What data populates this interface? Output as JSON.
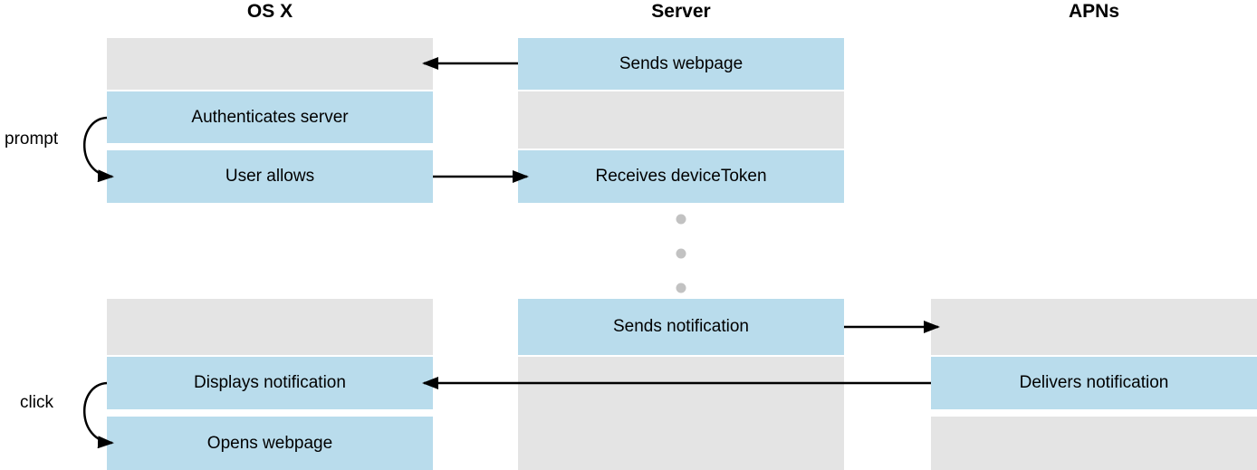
{
  "headers": {
    "osx": "OS X",
    "server": "Server",
    "apns": "APNs"
  },
  "boxes": {
    "sends_webpage": "Sends webpage",
    "authenticates_server": "Authenticates server",
    "user_allows": "User allows",
    "receives_devicetoken": "Receives deviceToken",
    "sends_notification": "Sends notification",
    "displays_notification": "Displays notification",
    "opens_webpage": "Opens webpage",
    "delivers_notification": "Delivers notification"
  },
  "annotations": {
    "prompt": "prompt",
    "click": "click"
  },
  "colors": {
    "box_blue": "#b9dcec",
    "box_gray": "#e4e4e4",
    "arrow": "#000000",
    "dot": "#c2c2c2"
  }
}
